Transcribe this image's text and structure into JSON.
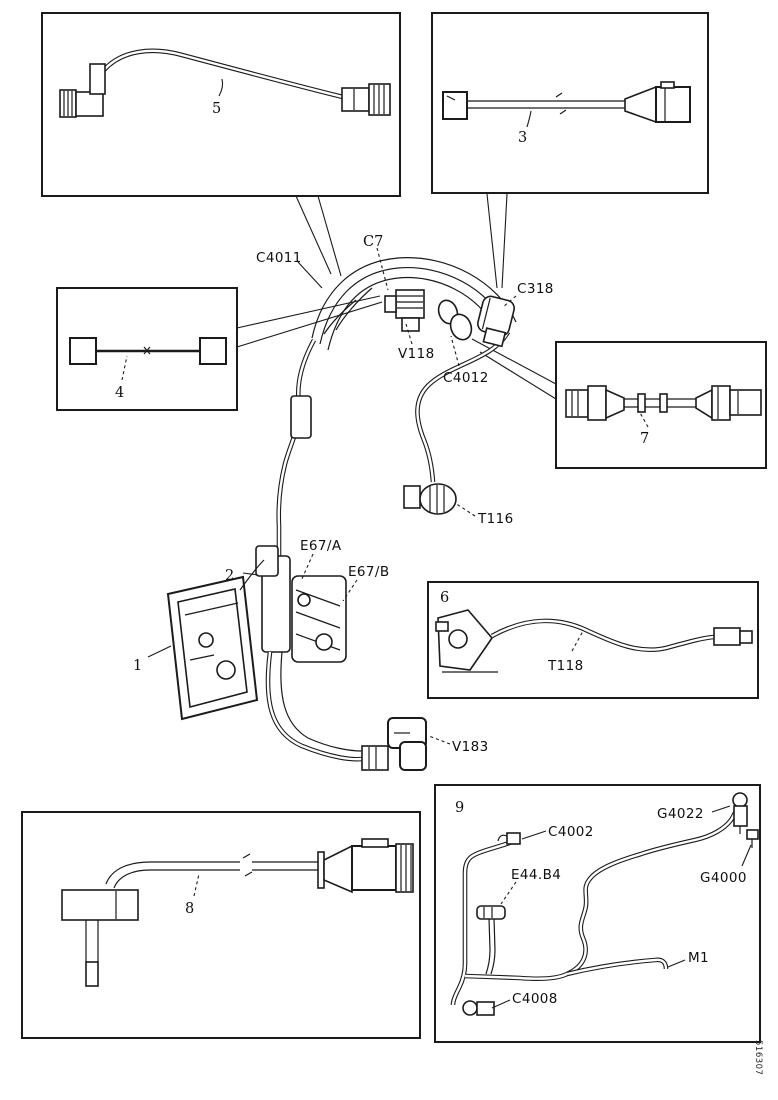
{
  "page": {
    "background": "#ffffff",
    "line_color": "#1b1b1b"
  },
  "insets": {
    "box5": {
      "item": "5"
    },
    "box3": {
      "item": "3"
    },
    "box4": {
      "item": "4"
    },
    "box7": {
      "item": "7"
    },
    "box6": {
      "item": "6",
      "label_t118": "T118"
    },
    "box8": {
      "item": "8"
    },
    "box9": {
      "item": "9",
      "label_c4002": "C4002",
      "label_g4022": "G4022",
      "label_e44b4": "E44.B4",
      "label_g4000": "G4000",
      "label_m1": "M1",
      "label_c4008": "C4008"
    }
  },
  "main": {
    "label_c4011": "C4011",
    "label_c7": "C7",
    "label_c318": "C318",
    "label_v118": "V118",
    "label_c4012": "C4012",
    "label_t116": "T116",
    "label_item2": "2",
    "label_e67a": "E67/A",
    "label_e67b": "E67/B",
    "label_item1": "1",
    "label_v183": "V183"
  },
  "footer": {
    "drawing_id": "516307"
  }
}
